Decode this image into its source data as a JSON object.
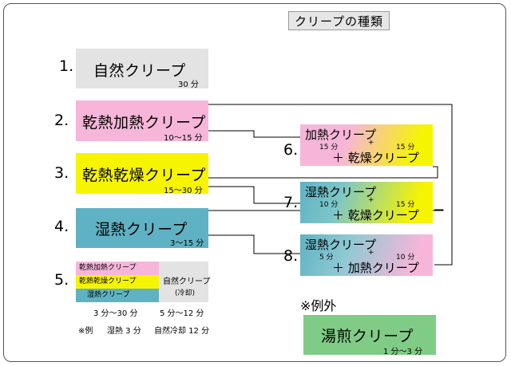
{
  "title": "クリープの種類",
  "items": [
    {
      "num": "1.",
      "name": "自然クリープ",
      "time": "30 分",
      "color": "#e3e3e3"
    },
    {
      "num": "2.",
      "name": "乾熱加熱クリープ",
      "time": "10～15 分",
      "color": "#f7b6d9"
    },
    {
      "num": "3.",
      "name": "乾熱乾燥クリープ",
      "time": "15～30 分",
      "color": "#f7f400"
    },
    {
      "num": "4.",
      "name": "湿熱クリープ",
      "time": "3～15 分",
      "color": "#5fb2c3"
    }
  ],
  "item5": {
    "num": "5.",
    "stack": [
      "乾熱加熱クリープ",
      "乾熱乾燥クリープ",
      "湿熱クリープ"
    ],
    "natural_name": "自然クリープ",
    "natural_sub": "(冷却)",
    "time_left": "3 分～30 分",
    "time_right": "5 分～12 分",
    "note_prefix": "※例",
    "note_mid": "湿熱 3 分",
    "note_right": "自然冷却 12 分"
  },
  "combos": [
    {
      "num": "6.",
      "line1": "加熱クリープ",
      "t_left": "15 分",
      "plus_small": "+",
      "t_right": "15 分",
      "line2": "＋ 乾燥クリープ"
    },
    {
      "num": "7.",
      "line1": "湿熱クリープ",
      "t_left": "10 分",
      "plus_small": "+",
      "t_right": "15 分",
      "line2": "＋ 乾燥クリープ"
    },
    {
      "num": "8.",
      "line1": "湿熱クリープ",
      "t_left": "5 分",
      "plus_small": "+",
      "t_right": "10 分",
      "line2": "＋ 加熱クリープ"
    }
  ],
  "exception": {
    "label": "※例外",
    "name": "湯煎クリープ",
    "time": "1 分～3 分",
    "color": "#80cc86"
  }
}
